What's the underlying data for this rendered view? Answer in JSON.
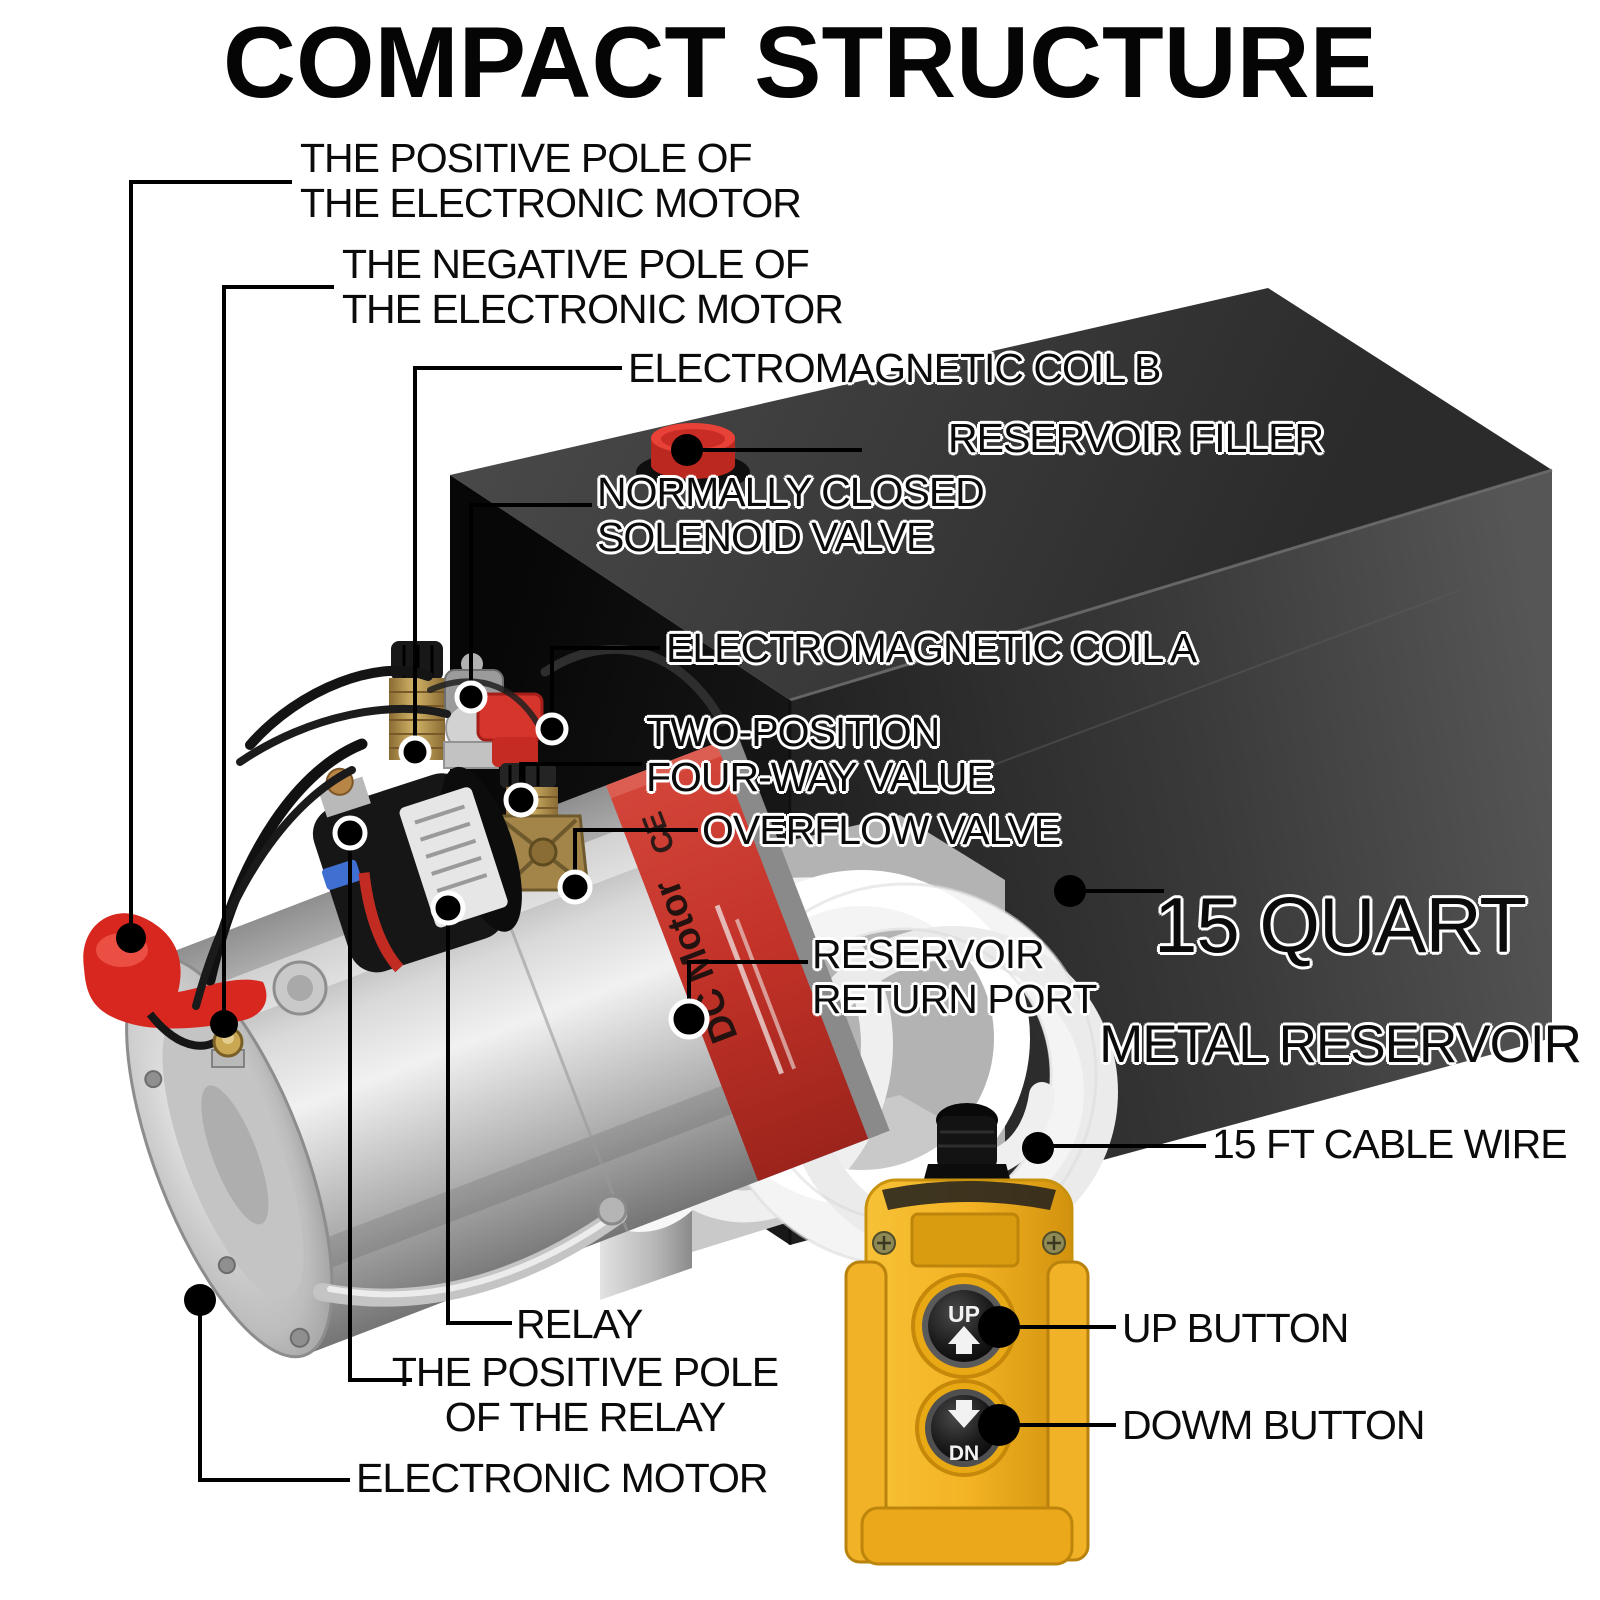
{
  "title": "COMPACT STRUCTURE",
  "labels": {
    "positive_pole_motor": "THE POSITIVE POLE OF\nTHE ELECTRONIC MOTOR",
    "negative_pole_motor": "THE NEGATIVE POLE OF\nTHE ELECTRONIC MOTOR",
    "electromagnetic_coil_b": "ELECTROMAGNETIC COIL B",
    "reservoir_filler": "RESERVOIR FILLER",
    "normally_closed_solenoid_valve": "NORMALLY CLOSED\nSOLENOID VALVE",
    "electromagnetic_coil_a": "ELECTROMAGNETIC COIL A",
    "two_position_four_way_value": "TWO-POSITION\nFOUR-WAY VALUE",
    "overflow_valve": "OVERFLOW VALVE",
    "quart_reservoir_line1": "15 QUART",
    "quart_reservoir_line2": "METAL RESERVOIR",
    "reservoir_return_port": "RESERVOIR\nRETURN PORT",
    "cable_wire": "15 FT CABLE WIRE",
    "relay": "RELAY",
    "positive_pole_relay": "THE POSITIVE POLE\nOF THE RELAY",
    "electronic_motor": "ELECTRONIC MOTOR",
    "up_button": "UP BUTTON",
    "down_button": "DOWM BUTTON"
  },
  "device_markings": {
    "motor_label": "DC Motor",
    "motor_ce_mark": "CE",
    "remote_up_button": "UP",
    "remote_down_button": "DN"
  },
  "colors": {
    "background": "#ffffff",
    "text": "#0b0b0b",
    "reservoir_dark": "#2e2e2e",
    "filler_cap_red": "#d92b22",
    "motor_silver": "#c9c9c9",
    "motor_label_red": "#c43a30",
    "remote_yellow": "#f0b429",
    "hose_white": "#f4f4f4",
    "leader_line": "#000000"
  }
}
